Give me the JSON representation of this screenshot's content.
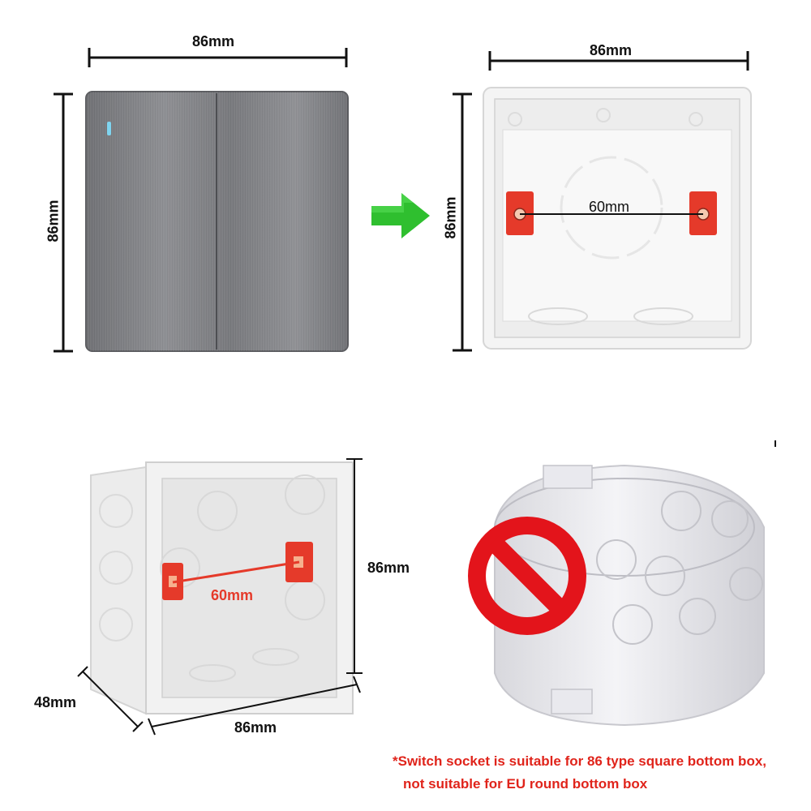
{
  "top_left": {
    "width_label": "86mm",
    "height_label": "86mm"
  },
  "top_right": {
    "width_label": "86mm",
    "height_label": "86mm",
    "screw_spacing_label": "60mm"
  },
  "bottom_left": {
    "height_label": "86mm",
    "width_label": "86mm",
    "depth_label": "48mm",
    "screw_spacing_label": "60mm"
  },
  "note": {
    "line1": "*Switch socket is suitable for 86 type square bottom box,",
    "line2": "not suitable for EU round bottom box"
  },
  "colors": {
    "arrow": "#2fbf2f",
    "prohibit": "#e3141b",
    "bracket": "#e53a2a",
    "panel": "#7b7c80"
  }
}
